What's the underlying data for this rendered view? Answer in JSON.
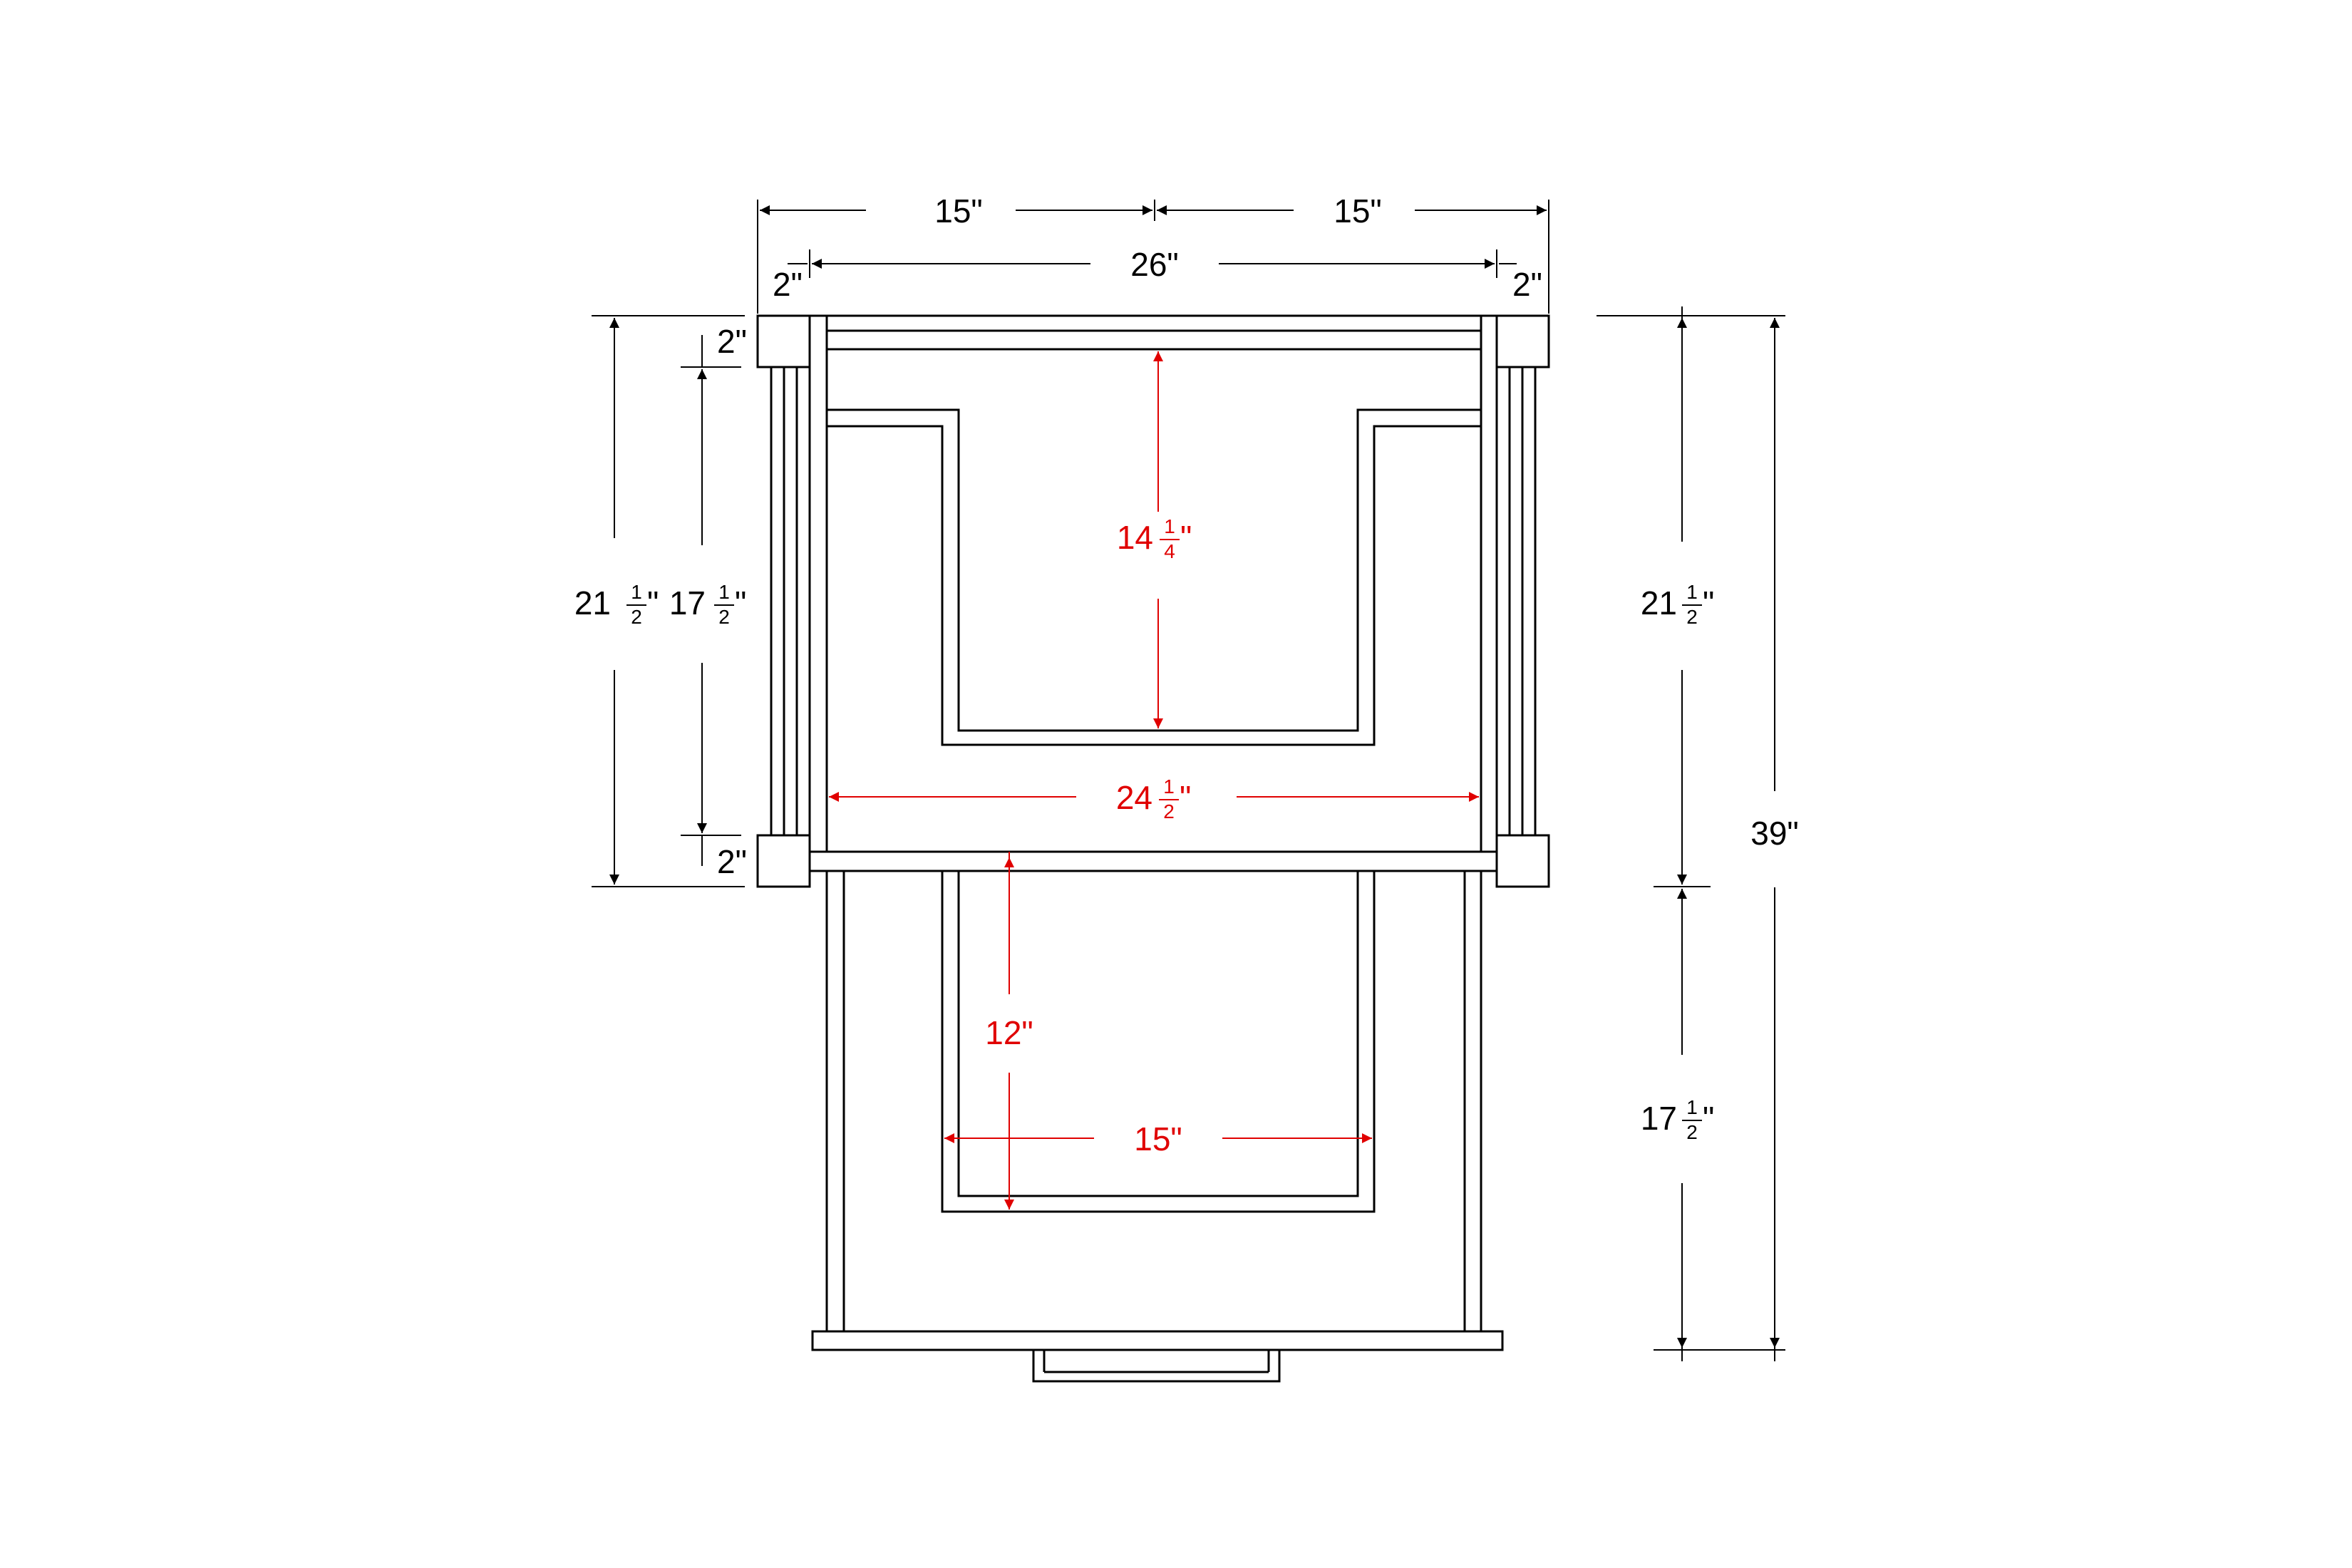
{
  "colors": {
    "outline": "#000000",
    "highlight": "#e00000",
    "background": "#ffffff"
  },
  "dimensions": {
    "top_left_width": "15\"",
    "top_right_width": "15\"",
    "overall_inner_width": "26\"",
    "left_post_width": "2\"",
    "right_post_width": "2\"",
    "top_post_height": "2\"",
    "bottom_post_height": "2\"",
    "left_outer_height": {
      "whole": "21",
      "num": "1",
      "den": "2",
      "unit": "\""
    },
    "left_inner_height": {
      "whole": "17",
      "num": "1",
      "den": "2",
      "unit": "\""
    },
    "right_upper_height": {
      "whole": "21",
      "num": "1",
      "den": "2",
      "unit": "\""
    },
    "right_lower_height": {
      "whole": "17",
      "num": "1",
      "den": "2",
      "unit": "\""
    },
    "right_total_height": "39\"",
    "cutout_depth": {
      "whole": "14",
      "num": "1",
      "den": "4",
      "unit": "\""
    },
    "inner_width": {
      "whole": "24",
      "num": "1",
      "den": "2",
      "unit": "\""
    },
    "drawer_opening_depth": "12\"",
    "drawer_opening_width": "15\""
  }
}
